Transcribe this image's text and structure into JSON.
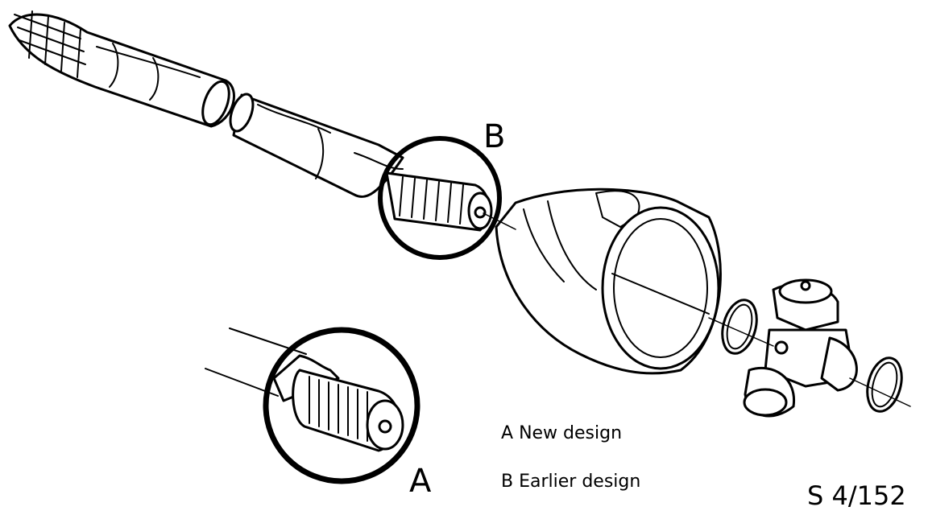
{
  "callouts": {
    "b": "B",
    "a": "A"
  },
  "legend": [
    {
      "letter": "A",
      "text": "New design"
    },
    {
      "letter": "B",
      "text": "Earlier design"
    }
  ],
  "figure_ref": "S 4/152"
}
